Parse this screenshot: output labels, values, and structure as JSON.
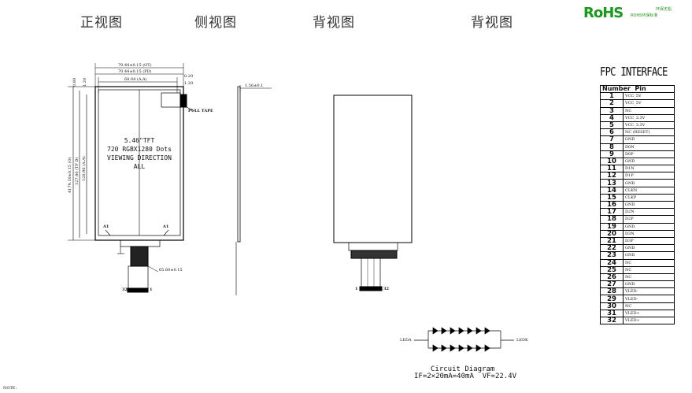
{
  "view_titles": {
    "front": "正视图",
    "side": "侧视图",
    "back": "背视图",
    "back2": "背视图"
  },
  "rohs": {
    "logo": "RoHS",
    "tag1": "环保无铅",
    "tag2": "ROHS环保标准"
  },
  "front_view": {
    "dims": {
      "outline": "70.44±0.15 (OT)",
      "aa": "70.44±0.15 (PD)",
      "active": "68.04 (A.A)",
      "edge1": "0.20",
      "edge2": "1.20",
      "left1": "0.80",
      "left2": "1.20",
      "height_total": "4179.10±0.15 (O)",
      "height_tp": "127.40 (TP D)",
      "height_aa": "120.96 (A.A)",
      "fpc": "65.60±0.15",
      "pull_tape": "PULL TAPE"
    },
    "panel_text": {
      "line1": "5.46\"TFT",
      "line2": "720 RGBX1280 Dots",
      "line3": "VIEWING DIRECTION",
      "line4": "ALL"
    },
    "marker_left": "A1",
    "marker_right": "A1",
    "fpc_pin_left": "32",
    "fpc_pin_right": "1"
  },
  "side_view": {
    "thickness": "1.56±0.1"
  },
  "back_view": {
    "fpc_pin_left": "1",
    "fpc_pin_right": "32"
  },
  "circuit": {
    "ledk_left": "LEDA",
    "ledk_right": "LEDK",
    "title": "Circuit Diagram",
    "spec": "IF=2×20mA=40mA  VF=22.4V"
  },
  "fpc_interface": {
    "title": "FPC INTERFACE",
    "headers": [
      "Number",
      "Pin"
    ],
    "rows": [
      [
        "1",
        "VCC_5V"
      ],
      [
        "2",
        "VCC_5V"
      ],
      [
        "3",
        "NC"
      ],
      [
        "4",
        "VCC_3.3V"
      ],
      [
        "5",
        "VCC_3.3V"
      ],
      [
        "6",
        "NC (RESET)"
      ],
      [
        "7",
        "GND"
      ],
      [
        "8",
        "D0N"
      ],
      [
        "9",
        "D0P"
      ],
      [
        "10",
        "GND"
      ],
      [
        "11",
        "D1N"
      ],
      [
        "12",
        "D1P"
      ],
      [
        "13",
        "GND"
      ],
      [
        "14",
        "CLKN"
      ],
      [
        "15",
        "CLKP"
      ],
      [
        "16",
        "GND"
      ],
      [
        "17",
        "D2N"
      ],
      [
        "18",
        "D2P"
      ],
      [
        "19",
        "GND"
      ],
      [
        "20",
        "D3N"
      ],
      [
        "21",
        "D3P"
      ],
      [
        "22",
        "GND"
      ],
      [
        "23",
        "GND"
      ],
      [
        "24",
        "NC"
      ],
      [
        "25",
        "NC"
      ],
      [
        "26",
        "NC"
      ],
      [
        "27",
        "GND"
      ],
      [
        "28",
        "VLED-"
      ],
      [
        "29",
        "VLED-"
      ],
      [
        "30",
        "NC"
      ],
      [
        "31",
        "VLED+"
      ],
      [
        "32",
        "VLED+"
      ]
    ]
  },
  "footer": "NOTE:"
}
